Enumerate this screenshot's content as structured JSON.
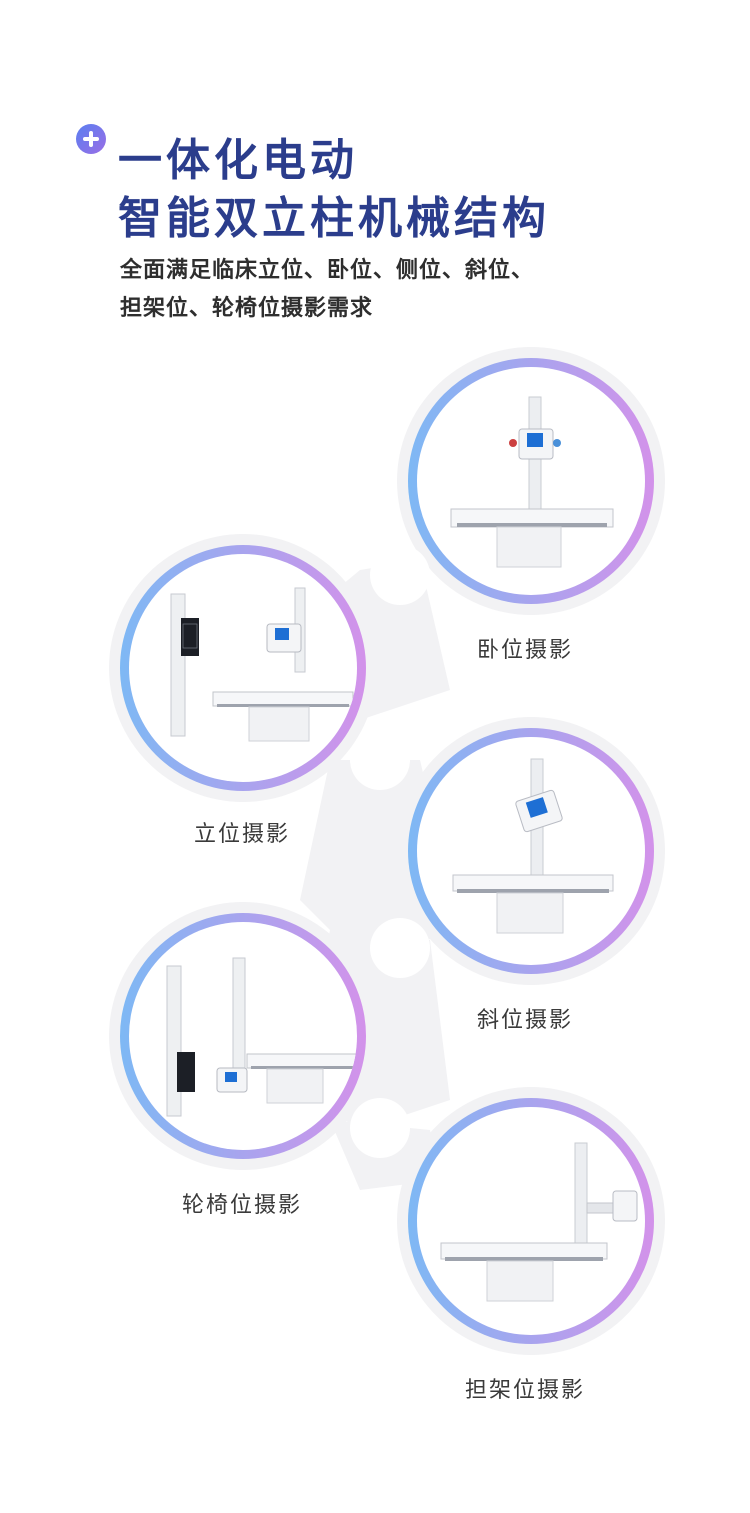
{
  "header": {
    "title_line1": "一体化电动",
    "title_line2": "智能双立柱机械结构",
    "subtitle_line1": "全面满足临床立位、卧位、侧位、斜位、",
    "subtitle_line2": "担架位、轮椅位摄影需求"
  },
  "modes": [
    {
      "label": "卧位摄影"
    },
    {
      "label": "立位摄影"
    },
    {
      "label": "斜位摄影"
    },
    {
      "label": "轮椅位摄影"
    },
    {
      "label": "担架位摄影"
    }
  ],
  "colors": {
    "title": "#2b3d8c",
    "ring_start": "#7eb8f4",
    "ring_end": "#d392ea",
    "backdrop": "#f2f2f4"
  }
}
